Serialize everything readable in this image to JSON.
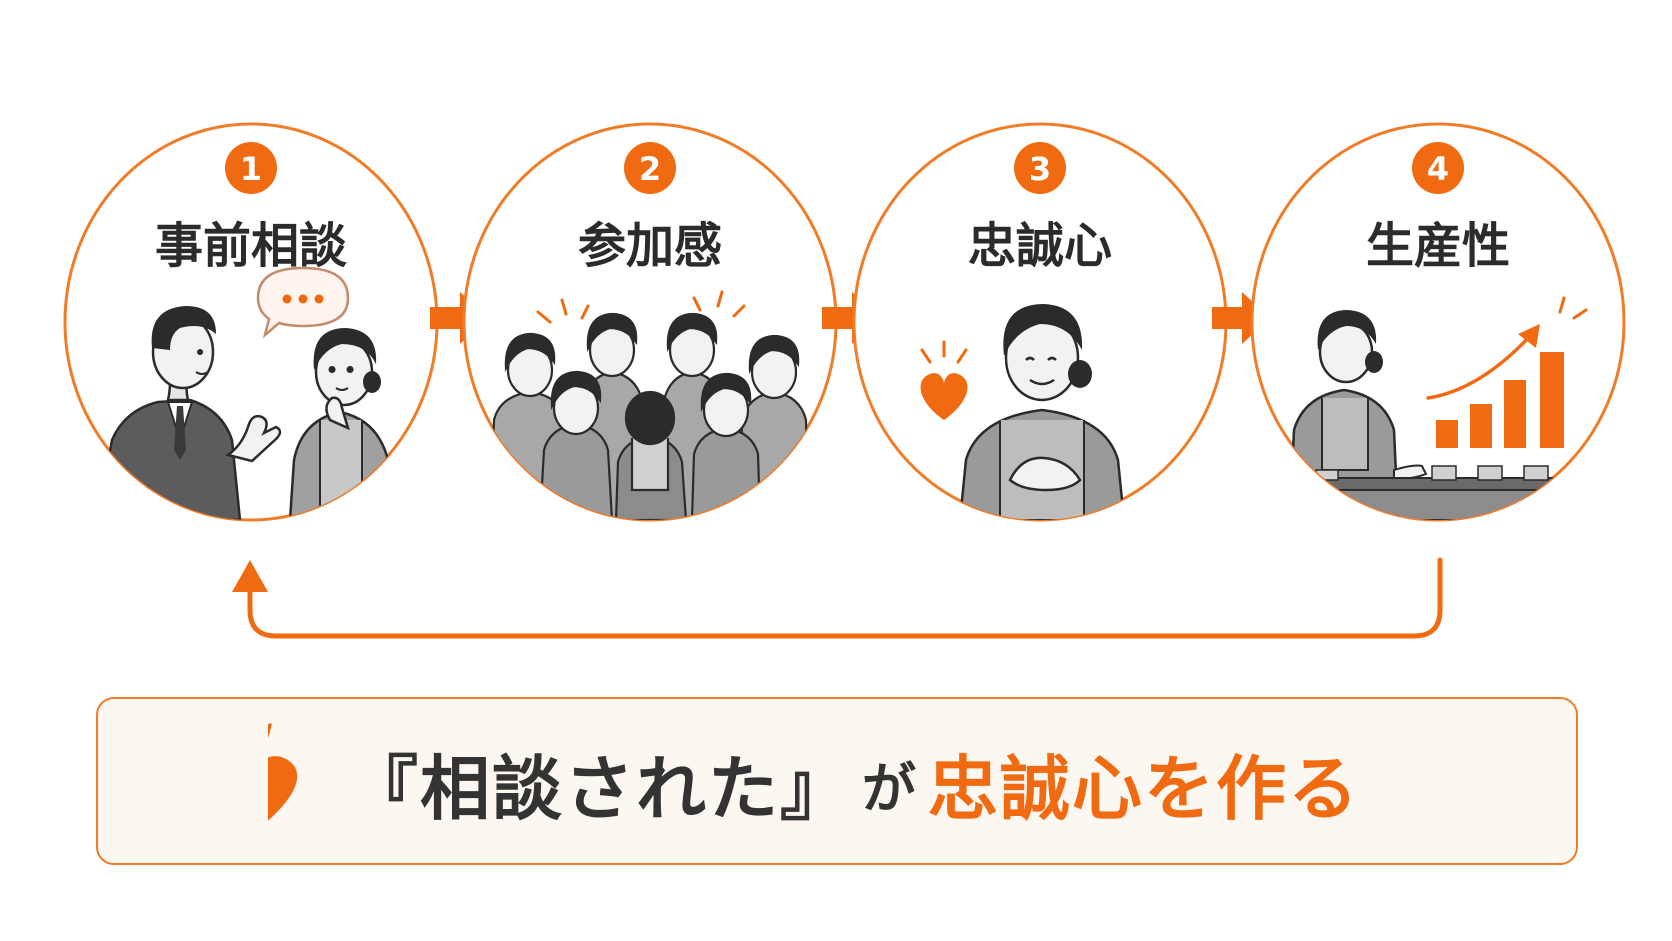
{
  "steps": [
    {
      "number": "1",
      "title": "事前相談",
      "picture_icon": "consultation-illustration"
    },
    {
      "number": "2",
      "title": "参加感",
      "picture_icon": "group-participation-illustration"
    },
    {
      "number": "3",
      "title": "忠誠心",
      "picture_icon": "loyalty-heart-illustration"
    },
    {
      "number": "4",
      "title": "生産性",
      "picture_icon": "productivity-growth-illustration"
    }
  ],
  "banner": {
    "quote": "『相談された』",
    "connector": "が",
    "emphasis": "忠誠心を作る",
    "icon": "heart-icon"
  },
  "colors": {
    "accent": "#f06a12",
    "accent_light": "#f07c27",
    "text_dark": "#333333",
    "figure_gray": "#8c8c8c",
    "banner_bg": "#fdf7f1"
  }
}
